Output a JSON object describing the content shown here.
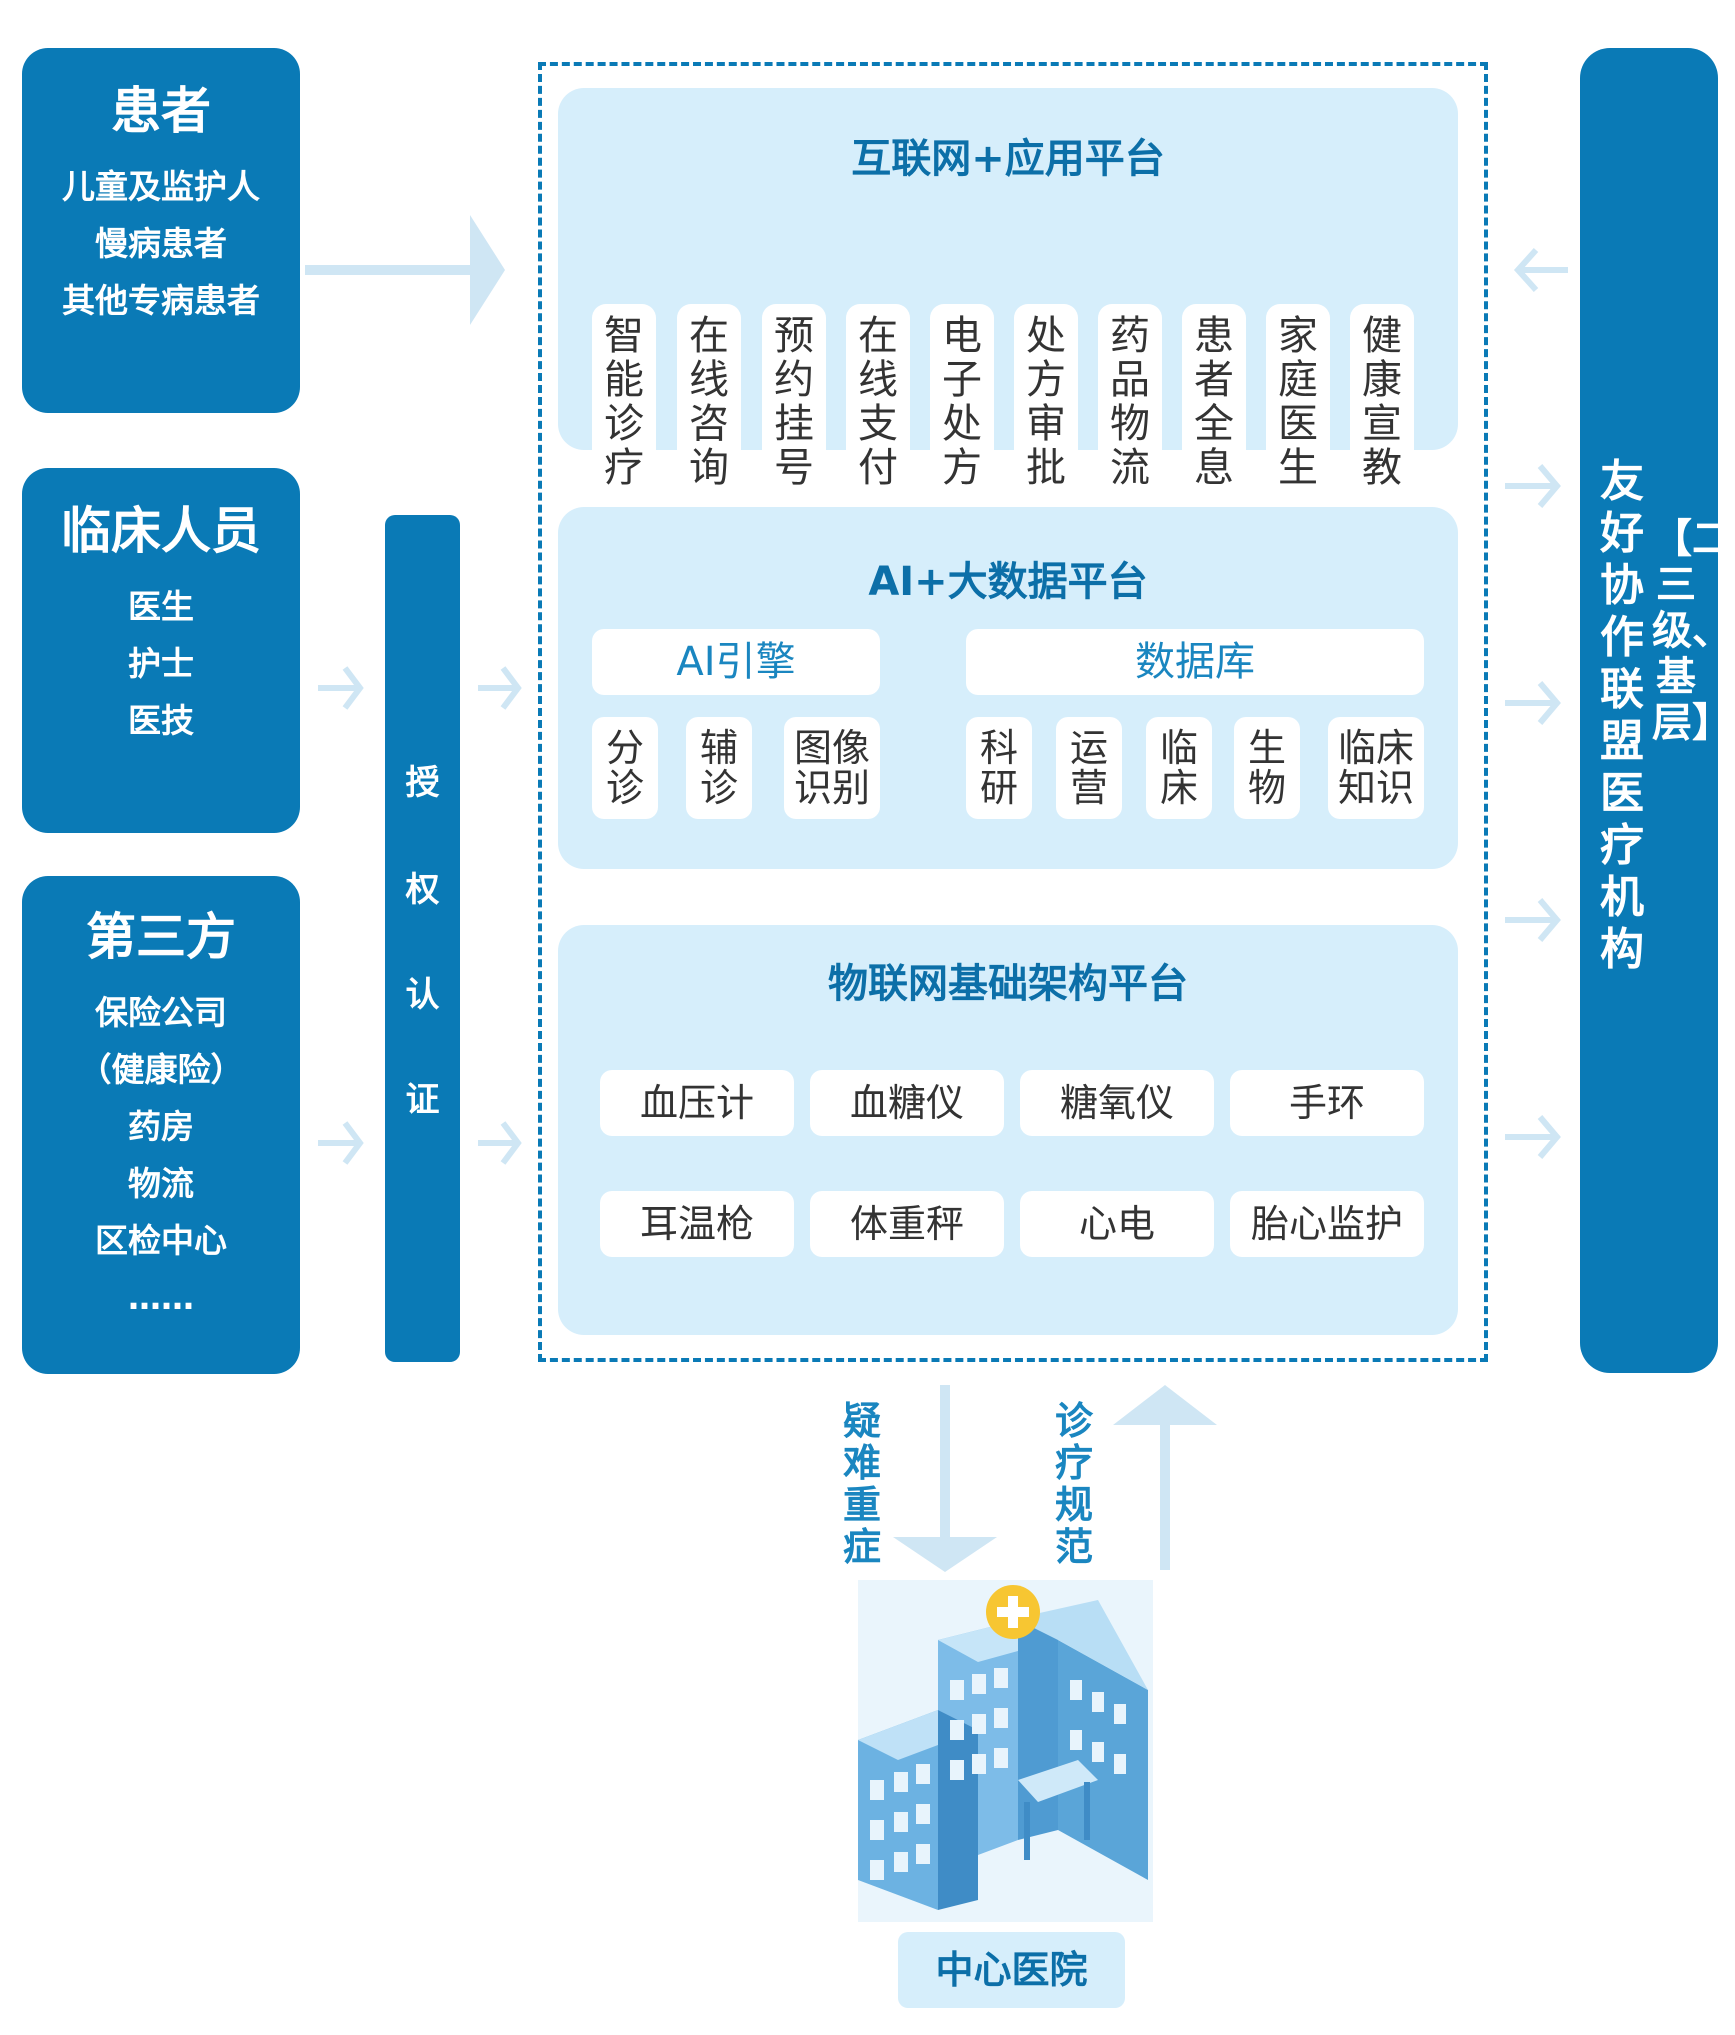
{
  "left_groups": [
    {
      "title": "患者",
      "items": [
        "儿童及监护人",
        "慢病患者",
        "其他专病患者"
      ]
    },
    {
      "title": "临床人员",
      "items": [
        "医生",
        "护士",
        "医技"
      ]
    },
    {
      "title": "第三方",
      "items": [
        "保险公司",
        "（健康险）",
        "药房",
        "物流",
        "区检中心",
        "……"
      ]
    }
  ],
  "auth": {
    "chars": [
      "授",
      "权",
      "认",
      "证"
    ]
  },
  "internet_platform": {
    "title": "互联网+应用平台",
    "services": [
      "智能诊疗",
      "在线咨询",
      "预约挂号",
      "在线支付",
      "电子处方",
      "处方审批",
      "药品物流",
      "患者全息",
      "家庭医生",
      "健康宣教"
    ]
  },
  "ai_platform": {
    "title": "AI+大数据平台",
    "engine": {
      "label": "AI引擎",
      "items": [
        "分诊",
        "辅诊",
        "图像识别"
      ]
    },
    "database": {
      "label": "数据库",
      "items": [
        "科研",
        "运营",
        "临床",
        "生物",
        "临床知识"
      ]
    }
  },
  "iot_platform": {
    "title": "物联网基础架构平台",
    "devices": [
      "血压计",
      "血糖仪",
      "糖氧仪",
      "手环",
      "耳温枪",
      "体重秤",
      "心电",
      "胎心监护"
    ]
  },
  "right_bar": {
    "bracket_text": "【二、三级、基层】",
    "text": "友好协作联盟医疗机构"
  },
  "flows": {
    "down_label": "疑难重症",
    "up_label": "诊疗规范"
  },
  "hospital": {
    "label": "中心医院"
  },
  "colors": {
    "primary": "#0a7ab6",
    "light": "#d6eefb",
    "arrow": "#cfe6f4",
    "title_text": "#0c6fa8"
  }
}
